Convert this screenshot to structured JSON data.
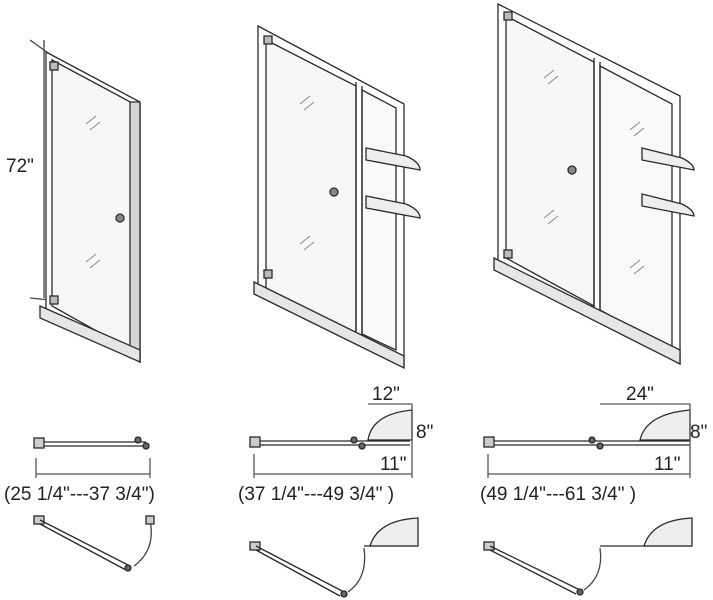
{
  "colors": {
    "line": "#2a2a2a",
    "glass": "#f7f7f7",
    "frame": "#d6d6d6",
    "dim": "#555555"
  },
  "height_label": "72\"",
  "door_single": {
    "range_label": "(25 1/4\"---37 3/4\")"
  },
  "door_double": {
    "range_label": "(37 1/4\"---49 3/4\" )",
    "shelf_width_label": "12\"",
    "shelf_depth_label": "8\"",
    "return_label": "11\""
  },
  "door_triple": {
    "range_label": "(49 1/4\"---61 3/4\" )",
    "shelf_width_label": "24\"",
    "shelf_depth_label": "8\"",
    "return_label": "11\""
  },
  "icons": [
    "handle-knob-icon",
    "hinge-icon",
    "corner-shelf-icon",
    "swing-arc-icon"
  ]
}
